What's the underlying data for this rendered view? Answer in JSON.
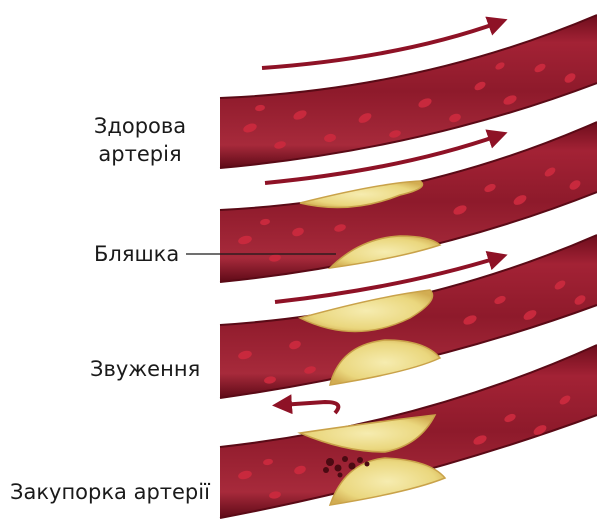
{
  "labels": {
    "healthy_line1": "Здорова",
    "healthy_line2": "артерія",
    "plaque": "Бляшка",
    "narrowing": "Звуження",
    "blockage": "Закупорка артерії"
  },
  "colors": {
    "vessel_wall": "#7a1020",
    "vessel_lumen": "#9a1a2c",
    "vessel_highlight": "#b8384a",
    "cell": "#c8293d",
    "plaque": "#efe08e",
    "plaque_edge": "#d9b65a",
    "arrow": "#8e1226",
    "clot": "#4a0a12"
  },
  "icons": {
    "flow_arrow": "arrow-right-icon",
    "blocked_flow": "u-turn-arrow-icon"
  }
}
